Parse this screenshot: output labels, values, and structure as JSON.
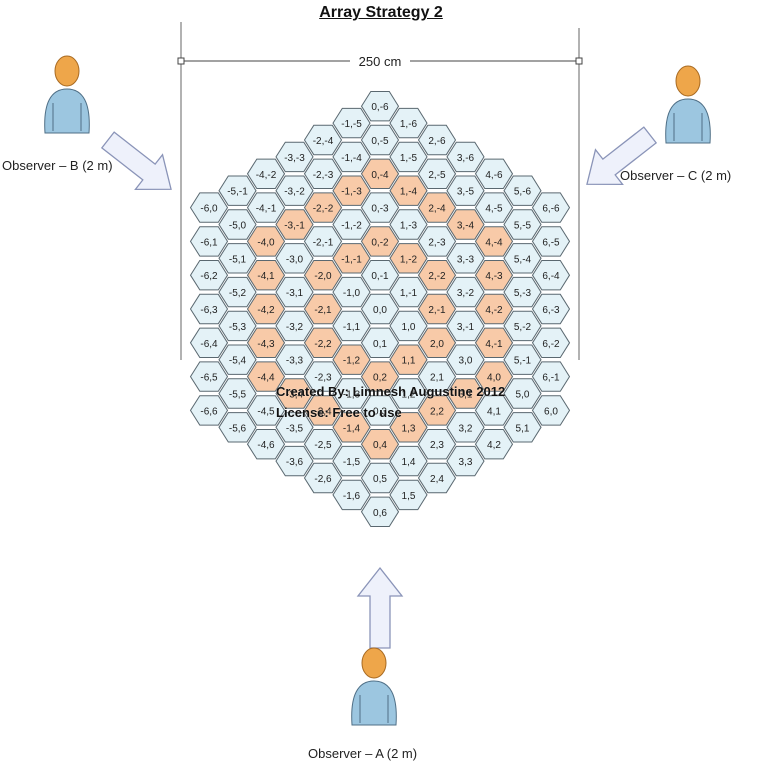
{
  "title": "Array Strategy 2",
  "dimension_label": "250 cm",
  "observers": [
    {
      "id": "a",
      "label": "Observer – A (2 m)"
    },
    {
      "id": "b",
      "label": "Observer – B (2 m)"
    },
    {
      "id": "c",
      "label": "Observer – C (2 m)"
    }
  ],
  "watermark": {
    "line1": "Created By: Limnesh Augustine 2012",
    "line2": "License: Free to use"
  },
  "colors": {
    "cell_blue": "#e4f2f7",
    "cell_orange": "#f8caa8",
    "cell_stroke": "#5a6870",
    "arrow_fill": "#eef1fb",
    "arrow_stroke": "#8a94b8",
    "person_shirt": "#9cc6e0",
    "person_head": "#eea64a"
  },
  "hex_grid": {
    "radius": 6,
    "orange_rings": [
      2,
      4
    ],
    "cell_label_format": "q,r"
  }
}
